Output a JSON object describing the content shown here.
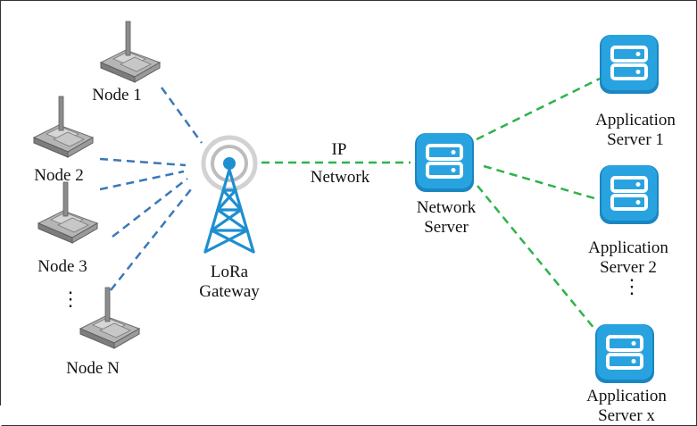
{
  "nodes": [
    {
      "label": "Node 1"
    },
    {
      "label": "Node 2"
    },
    {
      "label": "Node 3"
    },
    {
      "label": "Node N"
    }
  ],
  "gateway": {
    "label_line1": "LoRa",
    "label_line2": "Gateway"
  },
  "ip_link": {
    "label_line1": "IP",
    "label_line2": "Network"
  },
  "network_server": {
    "label_line1": "Network",
    "label_line2": "Server"
  },
  "app_servers": [
    {
      "label_line1": "Application",
      "label_line2": "Server 1"
    },
    {
      "label_line1": "Application",
      "label_line2": "Server 2"
    },
    {
      "label_line1": "Application",
      "label_line2": "Server x"
    }
  ],
  "ellipsis": {
    "node_gap": "⋮",
    "app_gap": "⋮"
  },
  "colors": {
    "node_link": "#3b78b8",
    "server_link": "#2db34a",
    "server_icon": "#29a3e0",
    "server_icon_dark": "#1a86c2",
    "tower": "#1e8fd0",
    "node_device": "#8a8a8a"
  }
}
